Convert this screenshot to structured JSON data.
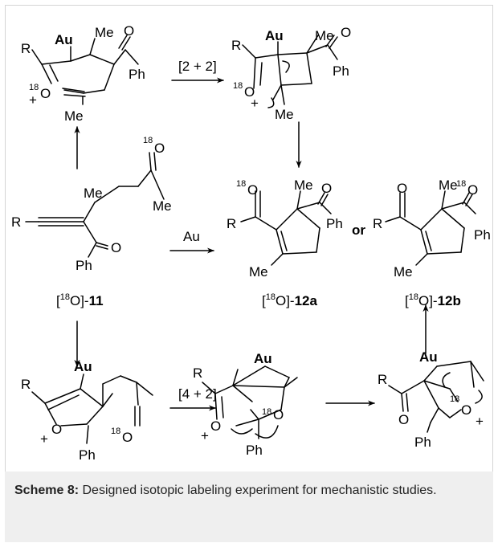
{
  "scheme": {
    "arrow_labels": {
      "cyclo22": "[2 + 2]",
      "catalyst": "Au",
      "cyclo42": "[4 + 2]",
      "or": "or"
    },
    "atoms": {
      "R": "R",
      "Au": "Au",
      "Me": "Me",
      "Ph": "Ph",
      "O": "O",
      "iso": "18",
      "plus": "+"
    },
    "compounds": {
      "c11": {
        "prefix": "[",
        "iso": "18",
        "mid": "O]-",
        "num": "11"
      },
      "c12a": {
        "prefix": "[",
        "iso": "18",
        "mid": "O]-",
        "num": "12a"
      },
      "c12b": {
        "prefix": "[",
        "iso": "18",
        "mid": "O]-",
        "num": "12b"
      }
    }
  },
  "caption": {
    "label": "Scheme 8:",
    "text": " Designed isotopic labeling experiment for mechanistic studies."
  }
}
